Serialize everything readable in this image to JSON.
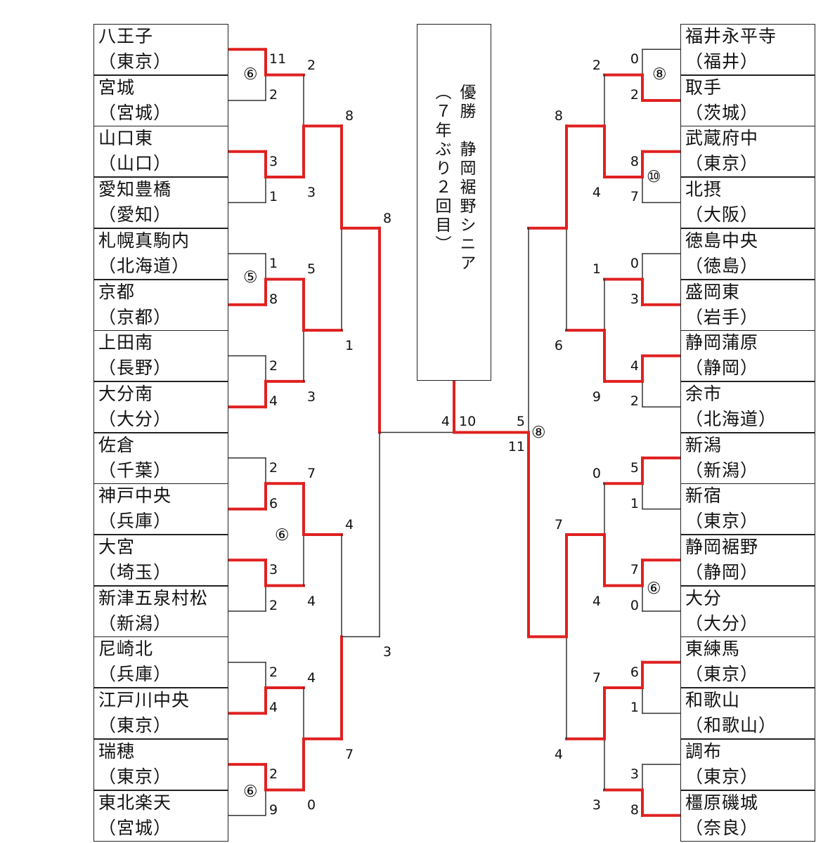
{
  "champion": {
    "line1": "優勝　静岡裾野シニア",
    "line2": "（７年ぶり２回目）"
  },
  "left_teams": [
    {
      "name": "八王子",
      "pref": "（東京）"
    },
    {
      "name": "宮城",
      "pref": "（宮城）"
    },
    {
      "name": "山口東",
      "pref": "（山口）"
    },
    {
      "name": "愛知豊橋",
      "pref": "（愛知）"
    },
    {
      "name": "札幌真駒内",
      "pref": "（北海道）"
    },
    {
      "name": "京都",
      "pref": "（京都）"
    },
    {
      "name": "上田南",
      "pref": "（長野）"
    },
    {
      "name": "大分南",
      "pref": "（大分）"
    },
    {
      "name": "佐倉",
      "pref": "（千葉）"
    },
    {
      "name": "神戸中央",
      "pref": "（兵庫）"
    },
    {
      "name": "大宮",
      "pref": "（埼玉）"
    },
    {
      "name": "新津五泉村松",
      "pref": "（新潟）"
    },
    {
      "name": "尼崎北",
      "pref": "（兵庫）"
    },
    {
      "name": "江戸川中央",
      "pref": "（東京）"
    },
    {
      "name": "瑞穂",
      "pref": "（東京）"
    },
    {
      "name": "東北楽天",
      "pref": "（宮城）"
    }
  ],
  "right_teams": [
    {
      "name": "福井永平寺",
      "pref": "（福井）"
    },
    {
      "name": "取手",
      "pref": "（茨城）"
    },
    {
      "name": "武蔵府中",
      "pref": "（東京）"
    },
    {
      "name": "北摂",
      "pref": "（大阪）"
    },
    {
      "name": "徳島中央",
      "pref": "（徳島）"
    },
    {
      "name": "盛岡東",
      "pref": "（岩手）"
    },
    {
      "name": "静岡蒲原",
      "pref": "（静岡）"
    },
    {
      "name": "余市",
      "pref": "（北海道）"
    },
    {
      "name": "新潟",
      "pref": "（新潟）"
    },
    {
      "name": "新宿",
      "pref": "（東京）"
    },
    {
      "name": "静岡裾野",
      "pref": "（静岡）"
    },
    {
      "name": "大分",
      "pref": "（大分）"
    },
    {
      "name": "東練馬",
      "pref": "（東京）"
    },
    {
      "name": "和歌山",
      "pref": "（和歌山）"
    },
    {
      "name": "調布",
      "pref": "（東京）"
    },
    {
      "name": "橿原磯城",
      "pref": "（奈良）"
    }
  ],
  "scores": {
    "L1": [
      "11",
      "2",
      "3",
      "1",
      "1",
      "8",
      "2",
      "4",
      "2",
      "6",
      "3",
      "2",
      "2",
      "4",
      "2",
      "9"
    ],
    "L2": [
      "2",
      "3",
      "5",
      "3",
      "7",
      "4",
      "4",
      "0"
    ],
    "L3": [
      "8",
      "1",
      "4",
      "7"
    ],
    "L4": [
      "8",
      "3"
    ],
    "final": [
      "4",
      "10",
      "5",
      "11"
    ],
    "R4": [
      "8",
      "6",
      "7",
      "4"
    ],
    "R3": [
      "2",
      "4",
      "1",
      "9",
      "0",
      "4",
      "7",
      "3"
    ],
    "R2": [
      "0",
      "2",
      "8",
      "7",
      "0",
      "3",
      "4",
      "2",
      "5",
      "1",
      "7",
      "0",
      "6",
      "1",
      "3",
      "8"
    ]
  },
  "innings": {
    "left": [
      "⑥",
      "⑤",
      "⑥",
      "⑥"
    ],
    "right": [
      "⑧",
      "⑩",
      "⑧",
      "⑥"
    ]
  },
  "colors": {
    "winner_line": "#e02020",
    "bracket_line": "#333333",
    "text": "#111111"
  }
}
